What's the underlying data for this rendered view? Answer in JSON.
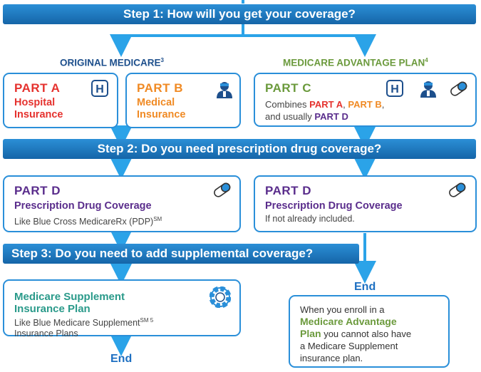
{
  "step1": "Step 1: How will you get your coverage?",
  "step2": "Step 2: Do you need prescription drug coverage?",
  "step3": "Step 3: Do you need to add supplemental coverage?",
  "original_medicare": {
    "label": "ORIGINAL MEDICARE",
    "sup": "3"
  },
  "medicare_advantage": {
    "label": "MEDICARE ADVANTAGE PLAN",
    "sup": "4"
  },
  "part_a": {
    "label": "PART A",
    "line1": "Hospital",
    "line2": "Insurance"
  },
  "part_b": {
    "label": "PART B",
    "line1": "Medical",
    "line2": "Insurance"
  },
  "part_c": {
    "label": "PART C",
    "combines": "Combines",
    "part_a": "PART A",
    "comma": ",",
    "part_b": "PART B",
    "comma2": ",",
    "and_usually": "and usually",
    "part_d": "PART D"
  },
  "part_d_left": {
    "label": "PART D",
    "title": "Prescription Drug Coverage",
    "note": "Like Blue Cross MedicareRx (PDP)",
    "note_sup": "SM"
  },
  "part_d_right": {
    "label": "PART D",
    "title": "Prescription Drug Coverage",
    "note": "If not already included."
  },
  "supplement": {
    "title1": "Medicare Supplement",
    "title2": "Insurance Plan",
    "note1": "Like Blue Medicare Supplement",
    "note_sup": "SM 5",
    "note2": "Insurance Plans"
  },
  "end_left": "End",
  "end_right": "End",
  "advantage_note": {
    "line1": "When you enroll in a",
    "bold1": "Medicare Advantage",
    "bold2": "Plan",
    "line3": " you cannot also have",
    "line4": "a Medicare Supplement",
    "line5": "insurance plan."
  },
  "icons": [
    "hospital-icon",
    "doctor-icon",
    "pill-icon",
    "lifebuoy-icon"
  ],
  "colors": {
    "banner": "#1a73bf",
    "arrow": "#2ba3e8",
    "border": "#2a8fd9",
    "part_a": "#e5322e",
    "part_b": "#f08a24",
    "part_c": "#6b9a3c",
    "part_d": "#5a2d8c",
    "advantage_green": "#6b9a3c",
    "navy": "#1d4f8c",
    "supplement": "#2a9a8a"
  }
}
